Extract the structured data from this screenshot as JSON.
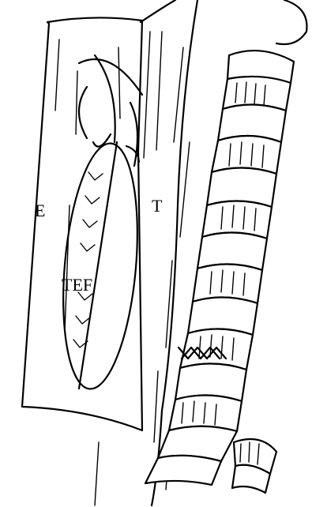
{
  "labels": {
    "esophagus": "E",
    "trachea": "T",
    "fistula": "TEF"
  },
  "colors": {
    "ink": "#000000",
    "paper": "#ffffff"
  }
}
